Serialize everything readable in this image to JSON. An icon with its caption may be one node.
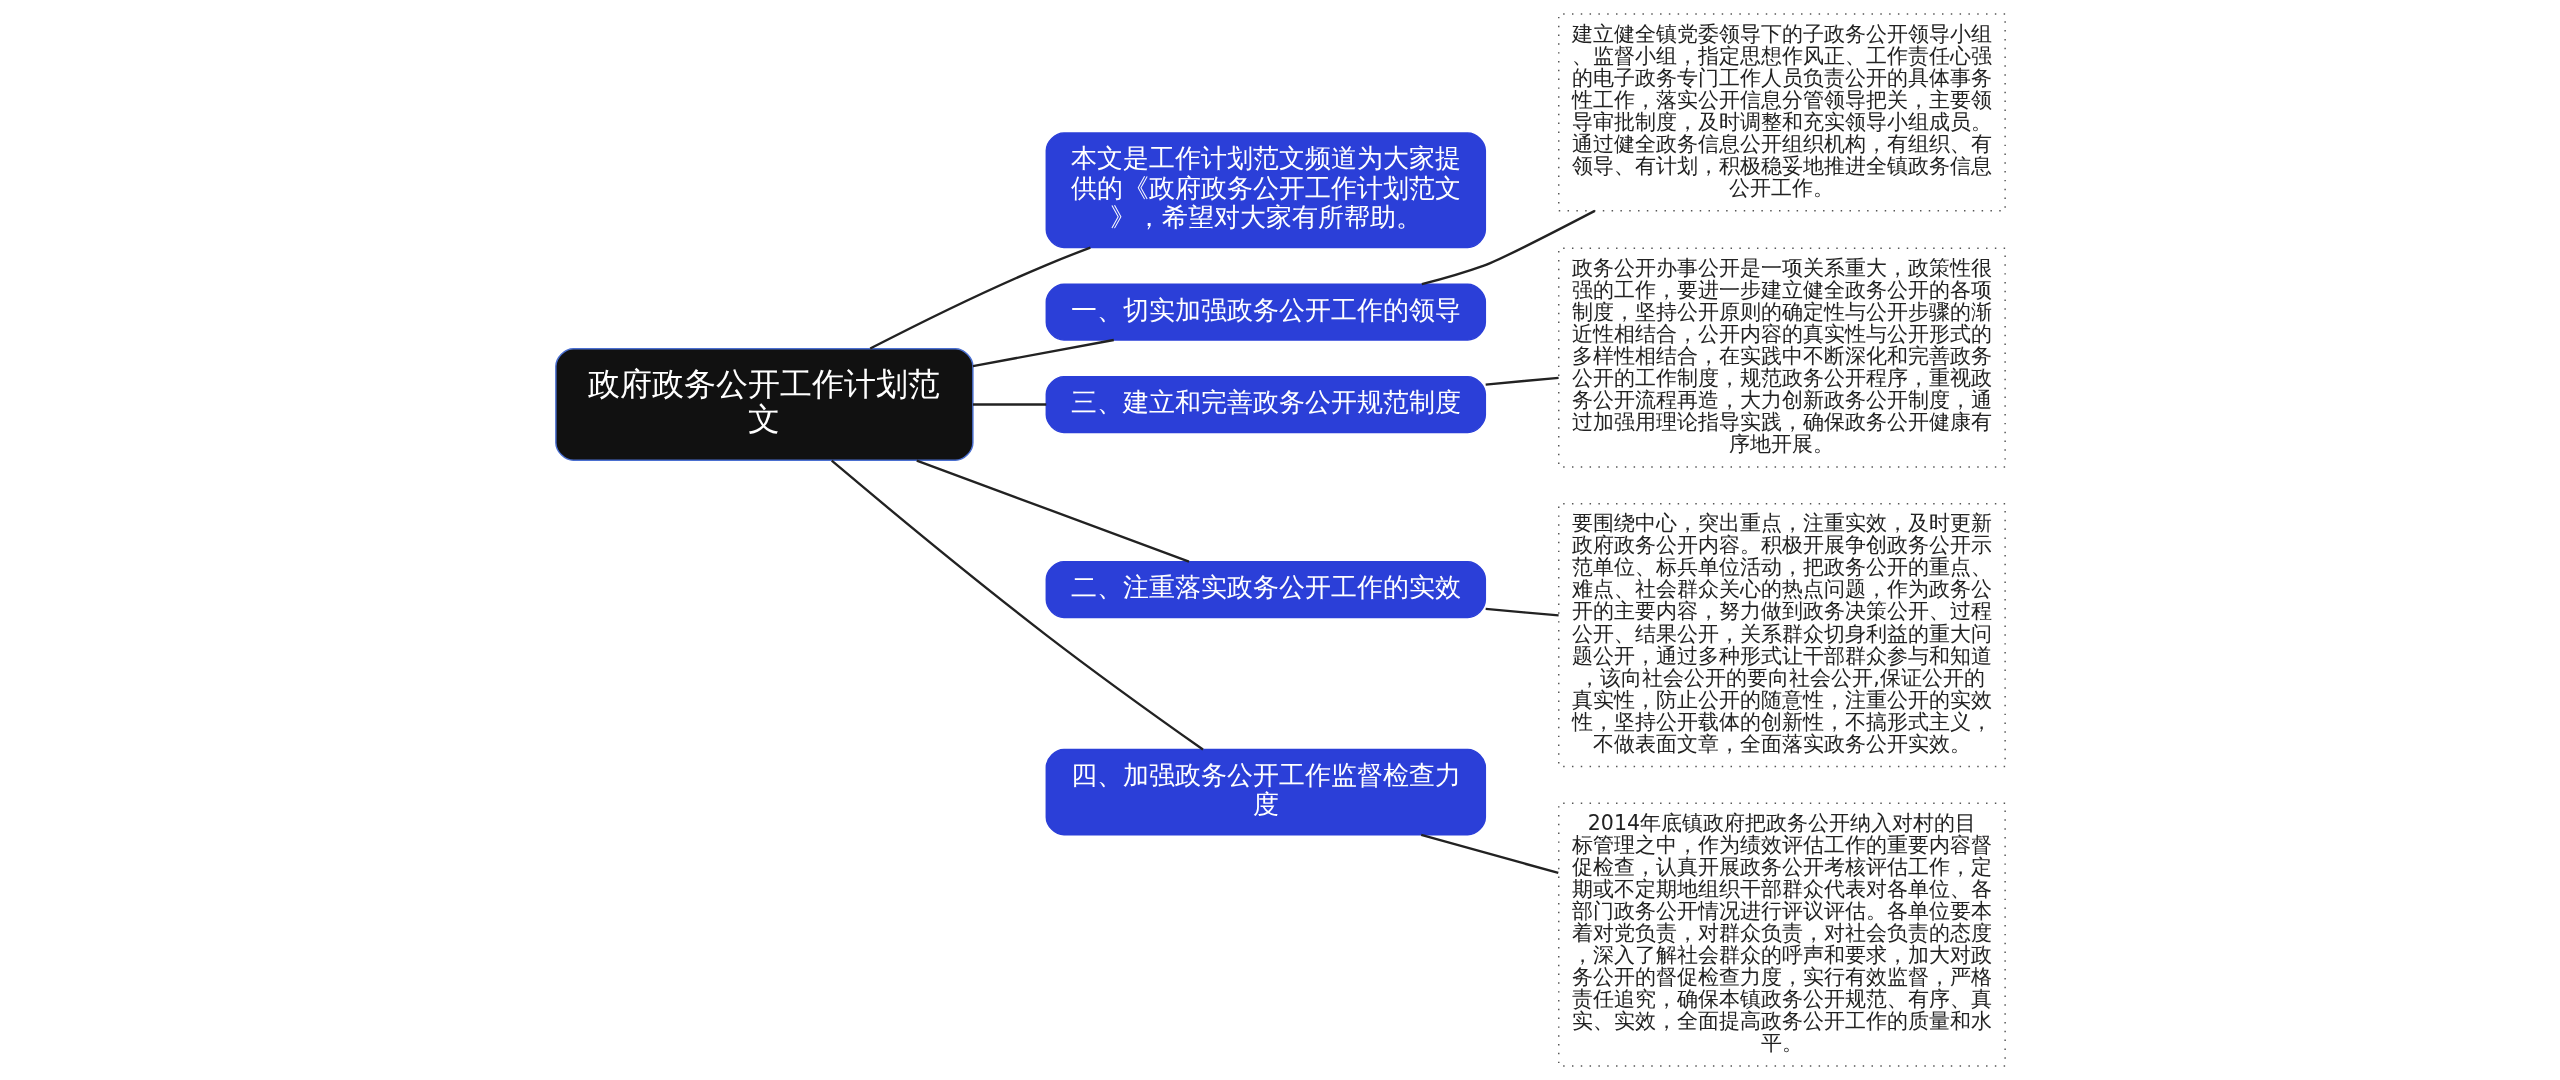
{
  "diagram": {
    "nodes": [
      {
        "text": [
          "政府政务公开工作计划范文"
        ]
      },
      {
        "text": [
          "本文是工作计划范文频道为大家提供的《政府政务公开工作计划范文》，希望对大家有所帮助。"
        ]
      },
      {
        "text": [
          "一、切实加强政务公开工作的领导"
        ]
      },
      {
        "text": [
          "建立健全镇党委领导下的子政务公开领导小组、监督小组，指定思想作风正、工作责任心强的电子政务专门工作人员负责公开的具体事务性工作，落实公开信息分管领导把关，主要领导审批制度，及时调整和充实领导小组成员。通过健全政务信息公开组织机构，有组织、有领导、有计划，积极稳妥地推进全镇政务信息公开工作。"
        ]
      },
      {
        "text": [
          "三、建立和完善政务公开规范制度"
        ]
      },
      {
        "text": [
          "政务公开办事公开是一项关系重大，政策性很强的工作，要进一步建立健全政务公开的各项制度，坚持公开原则的确定性与公开步骤的渐近性相结合，公开内容的真实性与公开形式的多样性相结合，在实践中不断深化和完善政务公开的工作制度，规范政务公开程序，重视政务公开流程再造，大力创新政务公开制度，通过加强用理论指导实践，确保政务公开健康有序地开展。"
        ]
      },
      {
        "text": [
          "二、注重落实政务公开工作的实效"
        ]
      },
      {
        "text": [
          "要围绕中心，突出重点，注重实效，及时更新政府政务公开内容。积极开展争创政务公开示范单位、标兵单位活动，把政务公开的重点、难点、社会群众关心的热点问题，作为政务公开的主要内容，努力做到政务决策公开、过程公开、结果公开，关系群众切身利益的重大问题公开，通过多种形式让干部群众参与和知道，该向社会公开的要向社会公开,保证公开的真实性，防止公开的随意性，注重公开的实效性，坚持公开载体的创新性，不搞形式主义，不做表面文章，全面落实政务公开实效。"
        ]
      },
      {
        "text": [
          "四、加强政务公开工作监督检查力度"
        ]
      },
      {
        "text": [
          "2014年底镇政府把政务公开纳入对村的目标管理之中，作为绩效评估工作的重要内容督促检查，认真开展政务公开考核评估工作，定期或不定期地组织干部群众代表对各单位、各部门政务公开情况进行评议评估。各单位要本着对党负责，对群众负责，对社会负责的态度，深入了解社会群众的呼声和要求，加大对政务公开的督促检查力度，实行有效监督，严格责任追究，确保本镇政务公开规范、有序、真实、实效，全面提高政务公开工作的质量和水平。"
        ]
      }
    ],
    "edges": [
      {
        "from": 0,
        "to": 1,
        "arrow": "none"
      },
      {
        "from": 0,
        "to": 2,
        "arrow": "none"
      },
      {
        "from": 2,
        "to": 3,
        "arrow": "none"
      },
      {
        "from": 0,
        "to": 4,
        "arrow": "none"
      },
      {
        "from": 4,
        "to": 5,
        "arrow": "none"
      },
      {
        "from": 0,
        "to": 6,
        "arrow": "none"
      },
      {
        "from": 6,
        "to": 7,
        "arrow": "none"
      },
      {
        "from": 0,
        "to": 8,
        "arrow": "none"
      },
      {
        "from": 8,
        "to": 9,
        "arrow": "none"
      }
    ]
  }
}
